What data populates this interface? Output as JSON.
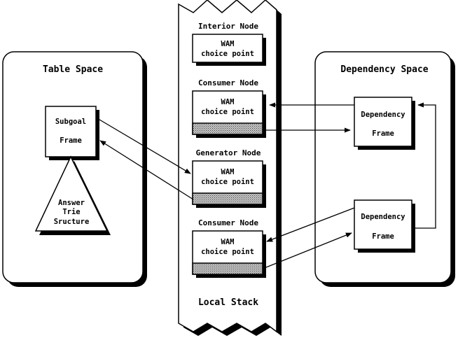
{
  "table_space": {
    "title": "Table Space",
    "subgoal_frame": {
      "line1": "Subgoal",
      "line2": "Frame"
    },
    "answer_trie": {
      "line1": "Answer",
      "line2": "Trie",
      "line3": "Sructure"
    }
  },
  "local_stack": {
    "label": "Local Stack",
    "nodes": [
      {
        "title": "Interior Node",
        "line1": "WAM",
        "line2": "choice point"
      },
      {
        "title": "Consumer Node",
        "line1": "WAM",
        "line2": "choice point"
      },
      {
        "title": "Generator Node",
        "line1": "WAM",
        "line2": "choice point"
      },
      {
        "title": "Consumer Node",
        "line1": "WAM",
        "line2": "choice point"
      }
    ]
  },
  "dependency_space": {
    "title": "Dependency Space",
    "frames": [
      {
        "line1": "Dependency",
        "line2": "Frame"
      },
      {
        "line1": "Dependency",
        "line2": "Frame"
      }
    ]
  }
}
